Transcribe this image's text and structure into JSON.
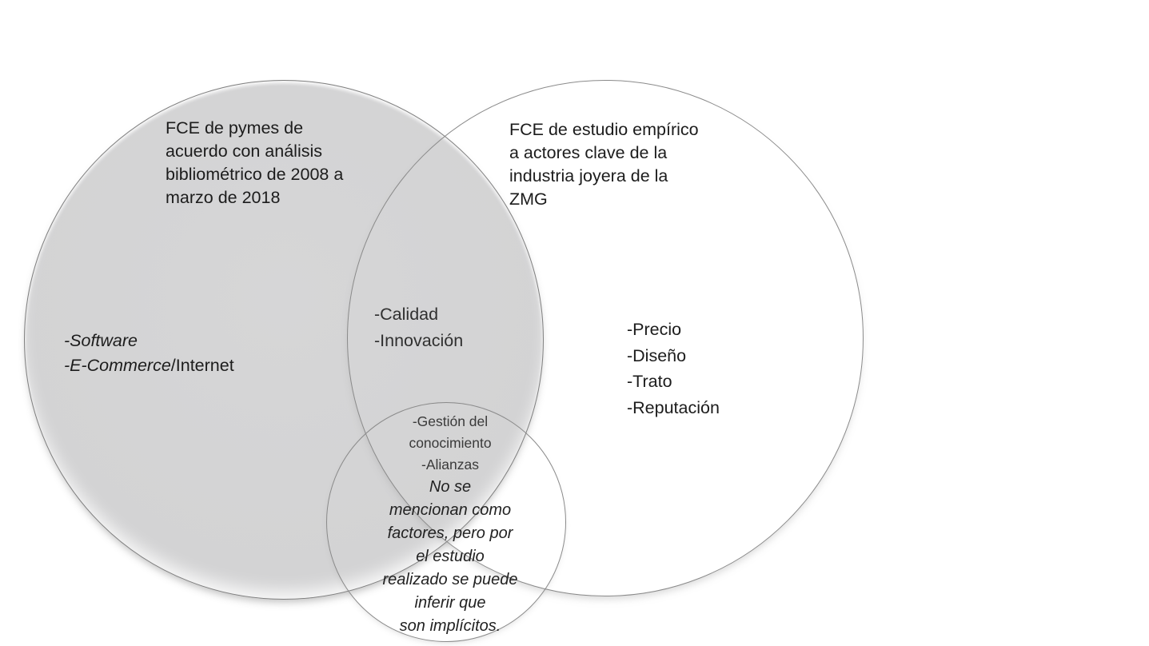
{
  "venn": {
    "left": {
      "title_lines": [
        "FCE de pymes de",
        "acuerdo con análisis",
        "bibliométrico de 2008 a",
        "marzo de 2018"
      ],
      "item_software": "-Software",
      "item_ecommerce_italic": "-E-Commerce",
      "item_ecommerce_regular": "/Internet"
    },
    "right": {
      "title_lines": [
        "FCE de estudio empírico",
        "a actores clave de la",
        "industria joyera de la",
        "ZMG"
      ],
      "items": [
        "-Precio",
        "-Diseño",
        "-Trato",
        "-Reputación"
      ]
    },
    "intersection": {
      "items": [
        "-Calidad",
        "-Innovación"
      ]
    },
    "bottom": {
      "plain_lines": [
        "-Gestión del",
        "conocimiento",
        "-Alianzas"
      ],
      "italic_lines": [
        "No se",
        "mencionan como",
        "factores, pero por",
        "el estudio",
        "realizado se puede",
        "inferir que",
        "son implícitos."
      ]
    },
    "colors": {
      "left_circle_fill": "#d3d3d4",
      "circle_stroke": "#8a8a8a",
      "text": "#1c1c1c"
    }
  }
}
